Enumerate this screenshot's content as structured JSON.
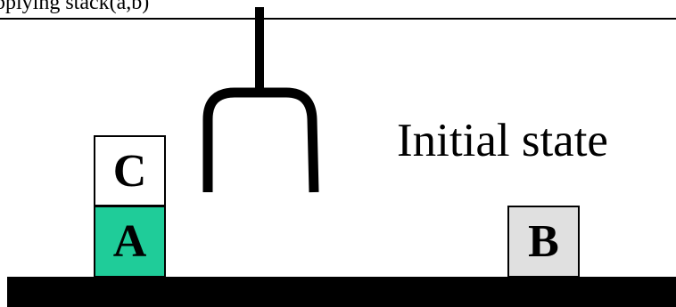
{
  "caption": "pplying stack(a,b)",
  "state_label": "Initial state",
  "blocks": {
    "c": {
      "label": "C",
      "color": "#ffffff"
    },
    "a": {
      "label": "A",
      "color": "#1fcc99"
    },
    "b": {
      "label": "B",
      "color": "#e0e0e0"
    }
  },
  "gripper": {
    "icon": "robot-gripper-icon",
    "state": "open"
  },
  "table_color": "#000000"
}
